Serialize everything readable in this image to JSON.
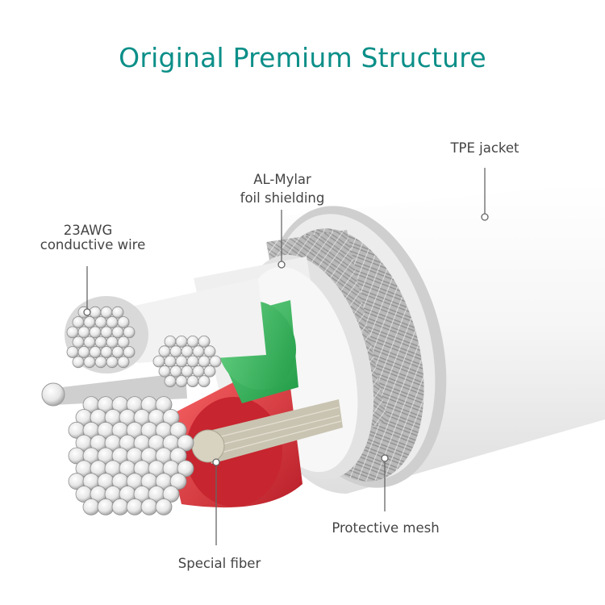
{
  "title": "Original Premium Structure",
  "labels": {
    "tpe_jacket": "TPE jacket",
    "mylar_line1": "AL-Mylar",
    "mylar_line2": "foil shielding",
    "awg_line1": "23AWG",
    "awg_line2": "conductive wire",
    "mesh": "Protective mesh",
    "fiber": "Special fiber"
  },
  "colors": {
    "title": "#0b8f88",
    "jacket": "#f3f3f3",
    "green_core": "#3dbb5c",
    "red_core": "#d9323a",
    "wire_silver": "#d8d8d8"
  }
}
